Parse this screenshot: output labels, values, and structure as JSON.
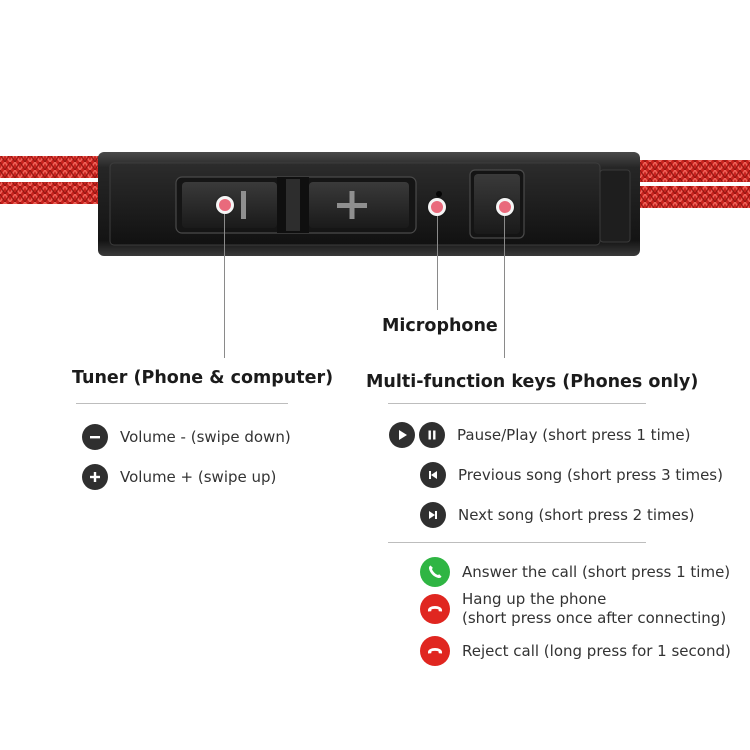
{
  "colors": {
    "cable": "#d8302b",
    "remote_body": "#1c1c1c",
    "marker": "#e96a7c",
    "icon_dark": "#2f2f2f",
    "answer_green": "#2fb543",
    "hangup_red": "#e02620"
  },
  "labels": {
    "microphone": "Microphone",
    "tuner_heading": "Tuner (Phone & computer)",
    "multi_heading": "Multi-function keys (Phones only)"
  },
  "tuner_items": [
    {
      "icon": "minus-icon",
      "text": "Volume - (swipe down)"
    },
    {
      "icon": "plus-icon",
      "text": "Volume + (swipe up)"
    }
  ],
  "multi_items": [
    {
      "icons": [
        "play-icon",
        "pause-icon"
      ],
      "text": "Pause/Play (short press 1 time)"
    },
    {
      "icons": [
        "previous-track-icon"
      ],
      "text": "Previous song (short press 3 times)"
    },
    {
      "icons": [
        "next-track-icon"
      ],
      "text": "Next song (short press 2 times)"
    }
  ],
  "call_items": [
    {
      "icon": "answer-call-icon",
      "text": "Answer the call (short press 1 time)"
    },
    {
      "icon": "hang-up-icon",
      "text_line1": "Hang up the phone",
      "text_line2": "(short press once after connecting)"
    },
    {
      "icon": "reject-call-icon",
      "text": "Reject call (long press for 1 second)"
    }
  ]
}
